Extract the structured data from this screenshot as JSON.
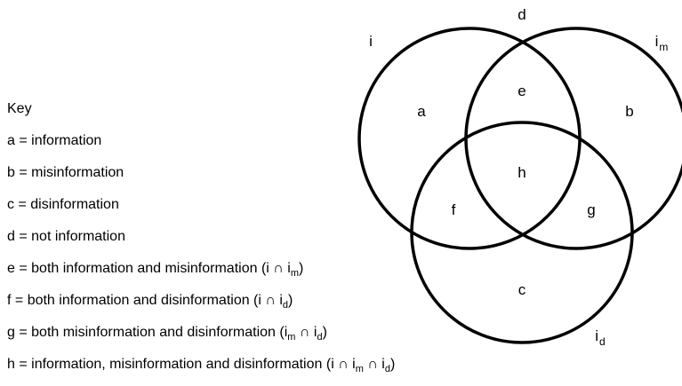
{
  "key": {
    "title": "Key",
    "items": [
      {
        "letter": "a",
        "text": "information"
      },
      {
        "letter": "b",
        "text": "misinformation"
      },
      {
        "letter": "c",
        "text": "disinformation"
      },
      {
        "letter": "d",
        "text": "not information"
      },
      {
        "letter": "e",
        "text": "both information and misinformation",
        "formula": [
          [
            "i",
            ""
          ],
          [
            "∩",
            ""
          ],
          [
            "i",
            "m"
          ]
        ]
      },
      {
        "letter": "f",
        "text": "both information and disinformation",
        "formula": [
          [
            "i",
            ""
          ],
          [
            "∩",
            ""
          ],
          [
            "i",
            "d"
          ]
        ]
      },
      {
        "letter": "g",
        "text": "both misinformation and disinformation",
        "formula": [
          [
            "i",
            "m"
          ],
          [
            "∩",
            ""
          ],
          [
            "i",
            "d"
          ]
        ]
      },
      {
        "letter": "h",
        "text": "information, misinformation and disinformation",
        "formula": [
          [
            "i",
            ""
          ],
          [
            "∩",
            ""
          ],
          [
            "i",
            "m"
          ],
          [
            "∩",
            ""
          ],
          [
            "i",
            "d"
          ]
        ]
      }
    ]
  },
  "diagram": {
    "sets": [
      {
        "id": "i",
        "label": "i",
        "sub": ""
      },
      {
        "id": "im",
        "label": "i",
        "sub": "m"
      },
      {
        "id": "id",
        "label": "i",
        "sub": "d"
      }
    ],
    "outside_label": "d",
    "regions": [
      {
        "id": "a",
        "label": "a"
      },
      {
        "id": "b",
        "label": "b"
      },
      {
        "id": "c",
        "label": "c"
      },
      {
        "id": "e",
        "label": "e"
      },
      {
        "id": "f",
        "label": "f"
      },
      {
        "id": "g",
        "label": "g"
      },
      {
        "id": "h",
        "label": "h"
      }
    ],
    "stroke_color": "#000000"
  }
}
